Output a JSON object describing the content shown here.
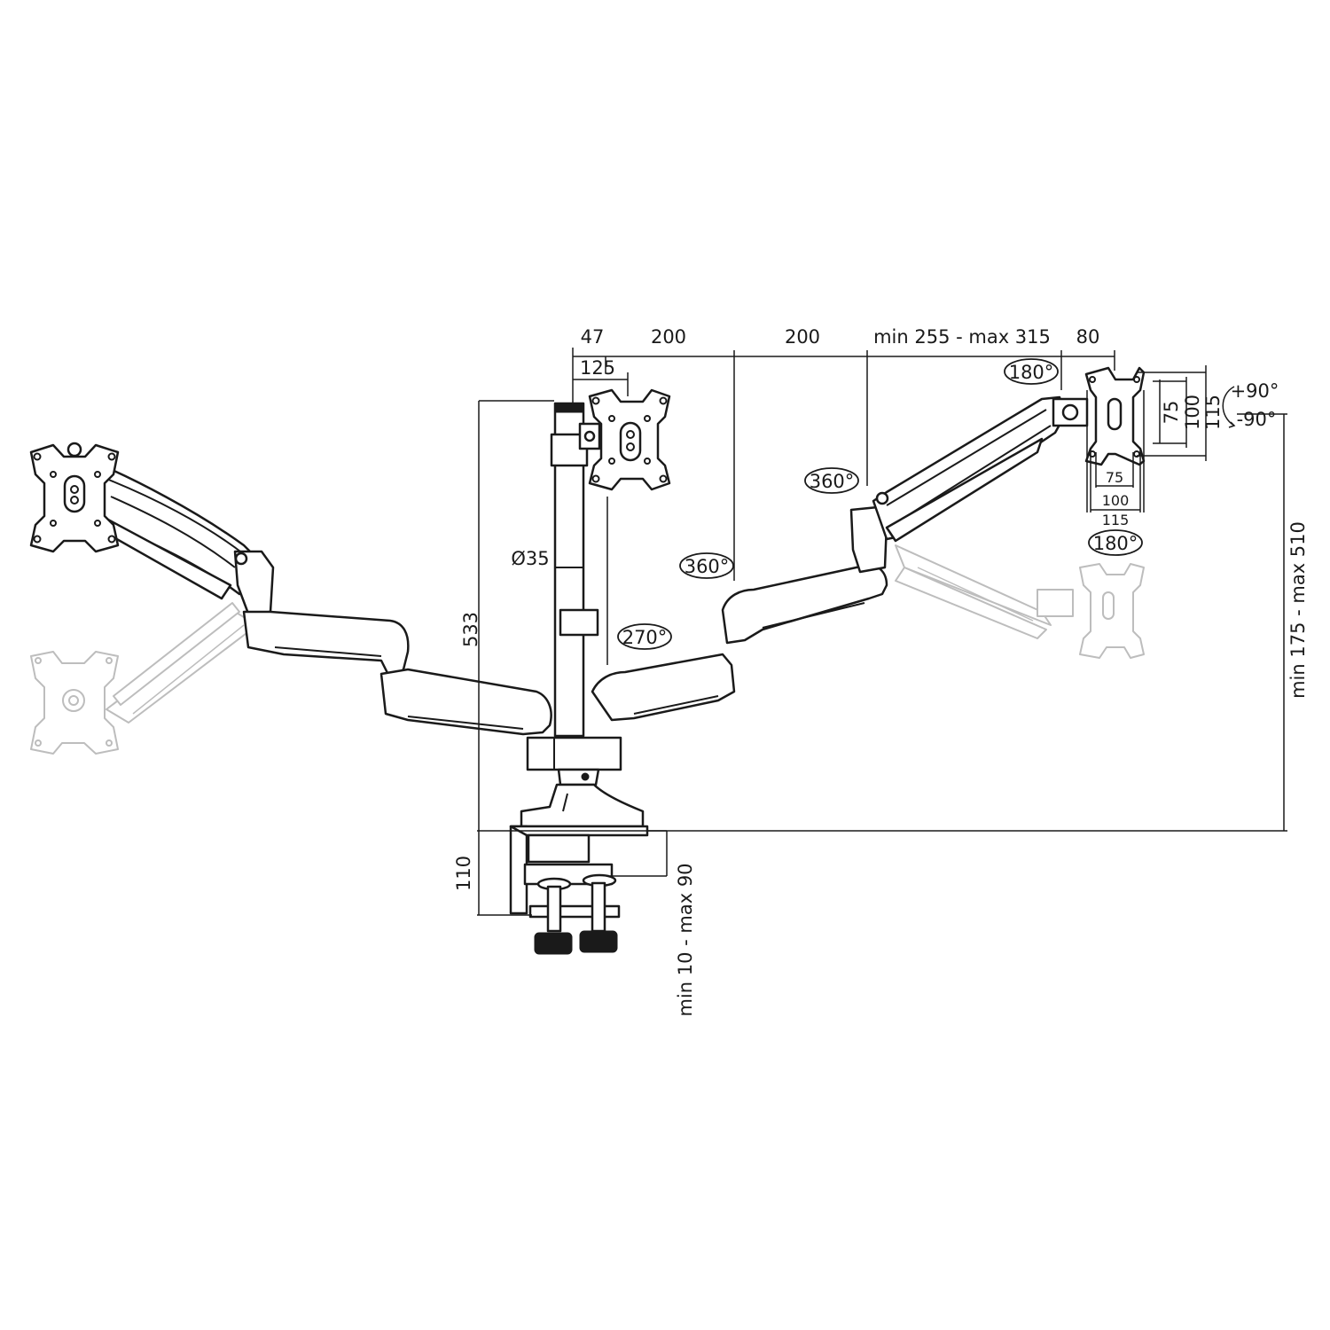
{
  "dimensions": {
    "offset_pole": "47",
    "arm_segment_1": "200",
    "arm_segment_2": "200",
    "arm_extension": "min 255 - max 315",
    "plate_offset": "80",
    "vesa_center_small": "125",
    "pole_diameter": "Ø35",
    "pole_height": "533",
    "clamp_height": "110",
    "clamp_range": "min 10 - max 90",
    "total_height": "min 175 - max 510",
    "vesa_75": "75",
    "vesa_100": "100",
    "vesa_115": "115",
    "vesa_h_75": "75",
    "vesa_h_100": "100",
    "vesa_h_115": "115"
  },
  "rotations": {
    "top_plate": "180°",
    "bottom_plate": "180°",
    "elbow_right": "360°",
    "arm_mid": "360°",
    "pole_clamp": "270°",
    "tilt_up": "+90°",
    "tilt_down": "-90°"
  }
}
